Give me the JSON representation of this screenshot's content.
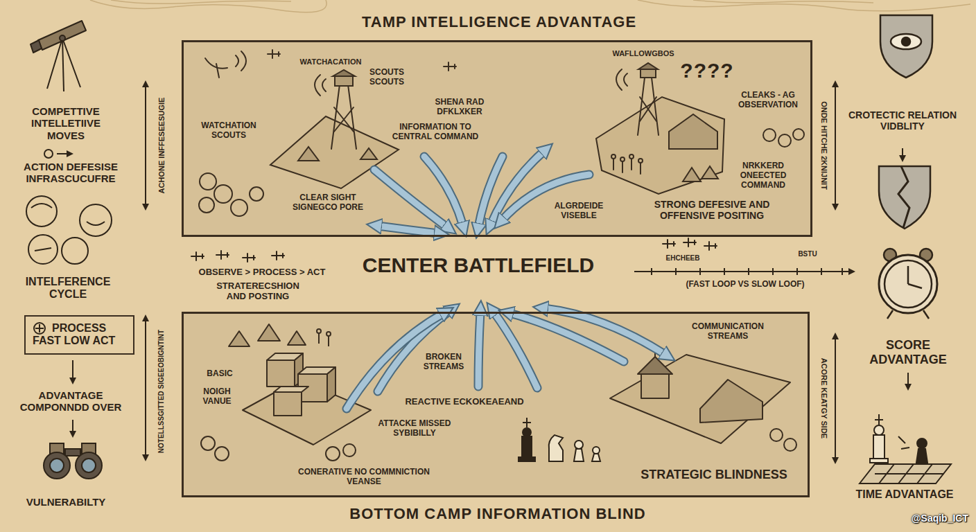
{
  "diagram": {
    "nodes": [
      {
        "text": [
          "TAMP INTELLIGENCE ADVANTAGE",
          "WATCHACATION",
          "SCOUTS SCOUTS",
          "WATCHATION SCOUTS",
          "INFORMATION TO CENTRAL COMMAND",
          "SHENA RAD DFKLXKER",
          "CLEAR SIGHT SIGNEGCO PORE",
          "ALGRDEIDE VISEBLE",
          "WAFLLOWGBOS",
          "????",
          "CLEAKS - AG OBSERVATION",
          "NRKKERD ONEECTED COMMAND",
          "STRONG DEFESIVE AND OFFENSIVE POSITING"
        ]
      },
      {
        "text": [
          "BOTTOM CAMP INFORMATION BLIND",
          "BASIC",
          "NOIGH VANUE",
          "BROKEN STREAMS",
          "REACTIVE ECKOKEAEAND",
          "ATTACKE MISSED SYBIBILLY",
          "CONERATIVE NO COMMNICTION VEANSE",
          "COMMUNICATION STREAMS",
          "STRATEGIC BLINDNESS"
        ]
      },
      {
        "text": [
          "PROCESS FAST LOW ACT"
        ]
      }
    ],
    "labels": [
      "ACHONE INFFESEESUGIE",
      "ONDE HITCHE 2KNIJNIT",
      "CENTER BATTLEFIELD",
      "OBSERVE > PROCESS > ACT",
      "STRATERECSHION AND POSTING",
      "EHCHEEB",
      "BSTU",
      "(FAST LOOP VS SLOW LOOF)",
      "NOTELLSSGITTED SIGEEOBIGNTINT",
      "ACORE KEATGY SIDE",
      "COMPETTIVE INTELLETIIVE MOVES",
      "ACTION DEFESISE INFRASCUCUFRE",
      "INTELFERENCE CYCLE",
      "ADVANTAGE COMPONNDD OVER",
      "VULNERABILTY",
      "CROTECTIC RELATION VIDBLITY",
      "SCORE ADVANTAGE",
      "TIME ADVANTAGE",
      "@Saqib_ICT"
    ]
  }
}
